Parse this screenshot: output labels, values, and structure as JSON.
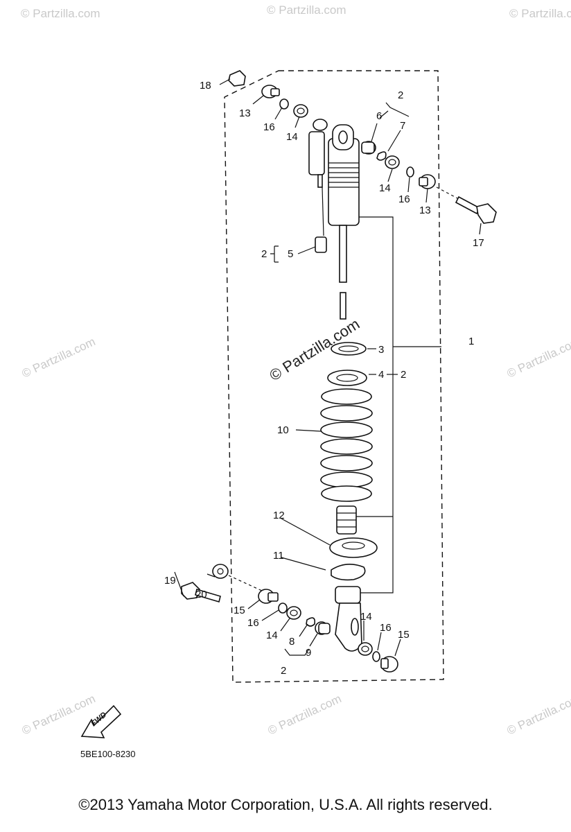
{
  "diagram": {
    "callouts": {
      "p1": "1",
      "p2_top": "2",
      "p2_left": "2",
      "p2_right": "2",
      "p2_bottom": "2",
      "p3": "3",
      "p4": "4",
      "p5": "5",
      "p6": "6",
      "p7": "7",
      "p8": "8",
      "p9": "9",
      "p10": "10",
      "p11": "11",
      "p12": "12",
      "p13_top": "13",
      "p13_right": "13",
      "p14_a": "14",
      "p14_b": "14",
      "p14_c": "14",
      "p14_d": "14",
      "p15_left": "15",
      "p15_right": "15",
      "p16_a": "16",
      "p16_b": "16",
      "p16_c": "16",
      "p16_d": "16",
      "p17": "17",
      "p18": "18",
      "p19": "19",
      "p20": "20"
    },
    "fwd_label": "FWD",
    "diagram_code": "5BE100-8230",
    "watermark": "© Partzilla.com",
    "watermark_center": "© Partzilla.com"
  },
  "footer": {
    "copyright": "©2013 Yamaha Motor Corporation, U.S.A. All rights reserved."
  }
}
